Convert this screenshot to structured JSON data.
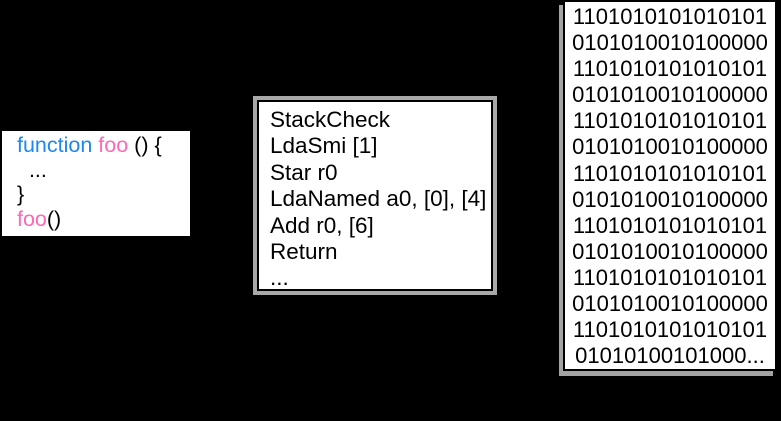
{
  "js_source_box": {
    "line1_keyword": "function ",
    "line1_name": "foo ",
    "line1_punct": "() {",
    "line2": "  ...",
    "line3": "}",
    "line4_name": "foo",
    "line4_punct": "()"
  },
  "bytecode_box": {
    "lines": [
      "StackCheck",
      "LdaSmi [1]",
      "Star r0",
      "LdaNamed a0, [0], [4]",
      "Add r0, [6]",
      "Return",
      "..."
    ]
  },
  "machine_code_box": {
    "lines": [
      "1101010101010101",
      "0101010010100000",
      "1101010101010101",
      "0101010010100000",
      "1101010101010101",
      "0101010010100000",
      "1101010101010101",
      "0101010010100000",
      "1101010101010101",
      "0101010010100000",
      "1101010101010101",
      "0101010010100000",
      "1101010101010101",
      "01010100101000..."
    ]
  },
  "colors": {
    "keyword_blue": "#1d88f2",
    "identifier_pink": "#ff69b4",
    "frame_gray": "#a8a8a8",
    "shadow_gray": "#a3a3a3",
    "box_background": "#ffffff",
    "canvas_background": "#000000",
    "text_black": "#000000"
  }
}
